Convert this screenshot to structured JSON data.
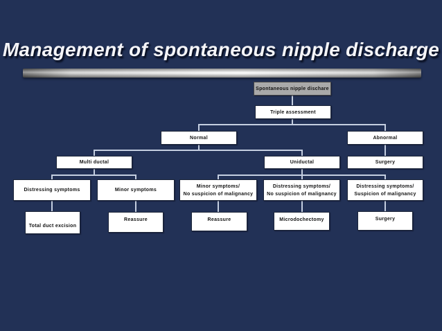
{
  "slide": {
    "title": "Management of spontaneous nipple discharge",
    "background_color": "#223156",
    "title_color": "#f5f5f8",
    "divider_bar_style": "metallic-gray-gradient"
  },
  "flowchart": {
    "connector_color": "#c5cfe1",
    "node_bg_color": "#ffffff",
    "node_text_color": "#111111",
    "root_node_bg_color": "#a9a9a9",
    "nodes": {
      "root": {
        "label": "Spontaneous nipple dischare"
      },
      "triple_assessment": {
        "label": "Triple assessment"
      },
      "normal": {
        "label": "Normal"
      },
      "abnormal": {
        "label": "Abnormal"
      },
      "multi_ductal": {
        "label": "Multi ductal"
      },
      "uniductal": {
        "label": "Uniductal"
      },
      "surgery_abnormal": {
        "label": "Surgery"
      },
      "distressing_symptoms": {
        "label": "Distressing symptoms"
      },
      "minor_symptoms": {
        "label": "Minor symptoms"
      },
      "minor_no_suspicion": {
        "line1": "Minor symptoms/",
        "line2": "No suspicion of malignancy"
      },
      "distressing_no_suspicion": {
        "line1": "Distressing symptoms/",
        "line2": "No suspicion of malignancy"
      },
      "distressing_suspicion": {
        "line1": "Distressing symptoms/",
        "line2": "Suspicion of malignancy"
      },
      "total_duct_excision": {
        "label": "Total duct excision"
      },
      "reassure_multi": {
        "label": "Reassure"
      },
      "reassure_uni": {
        "label": "Reassure"
      },
      "microdochectomy": {
        "label": "Microdochectomy"
      },
      "surgery_final": {
        "label": "Surgery"
      }
    },
    "edges": [
      [
        "root",
        "triple_assessment"
      ],
      [
        "triple_assessment",
        "normal"
      ],
      [
        "triple_assessment",
        "abnormal"
      ],
      [
        "normal",
        "multi_ductal"
      ],
      [
        "normal",
        "uniductal"
      ],
      [
        "abnormal",
        "surgery_abnormal"
      ],
      [
        "multi_ductal",
        "distressing_symptoms"
      ],
      [
        "multi_ductal",
        "minor_symptoms"
      ],
      [
        "uniductal",
        "minor_no_suspicion"
      ],
      [
        "uniductal",
        "distressing_no_suspicion"
      ],
      [
        "uniductal",
        "distressing_suspicion"
      ],
      [
        "distressing_symptoms",
        "total_duct_excision"
      ],
      [
        "minor_symptoms",
        "reassure_multi"
      ],
      [
        "minor_no_suspicion",
        "reassure_uni"
      ],
      [
        "distressing_no_suspicion",
        "microdochectomy"
      ],
      [
        "distressing_suspicion",
        "surgery_final"
      ]
    ]
  }
}
